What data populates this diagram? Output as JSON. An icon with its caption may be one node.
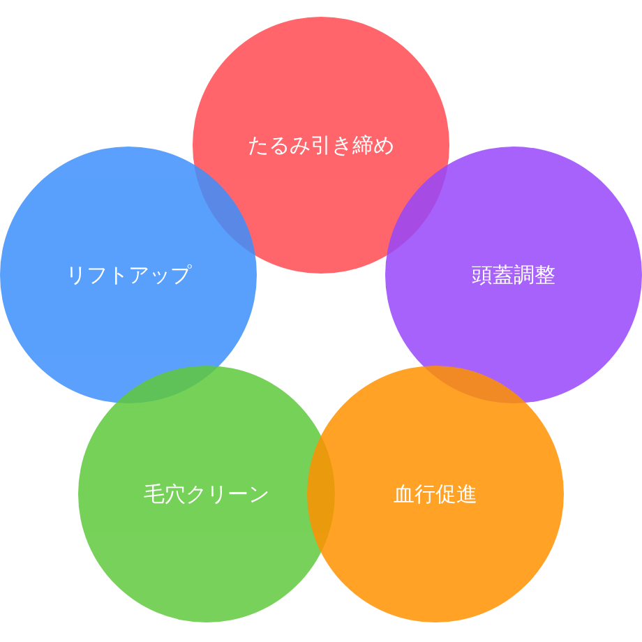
{
  "diagram": {
    "nodes": [
      {
        "text": [
          "たるみ引き締め"
        ]
      },
      {
        "text": [
          "リフトアップ"
        ]
      },
      {
        "text": [
          "頭蓋調整"
        ]
      },
      {
        "text": [
          "毛穴クリーン"
        ]
      },
      {
        "text": [
          "血行促進"
        ]
      }
    ]
  }
}
